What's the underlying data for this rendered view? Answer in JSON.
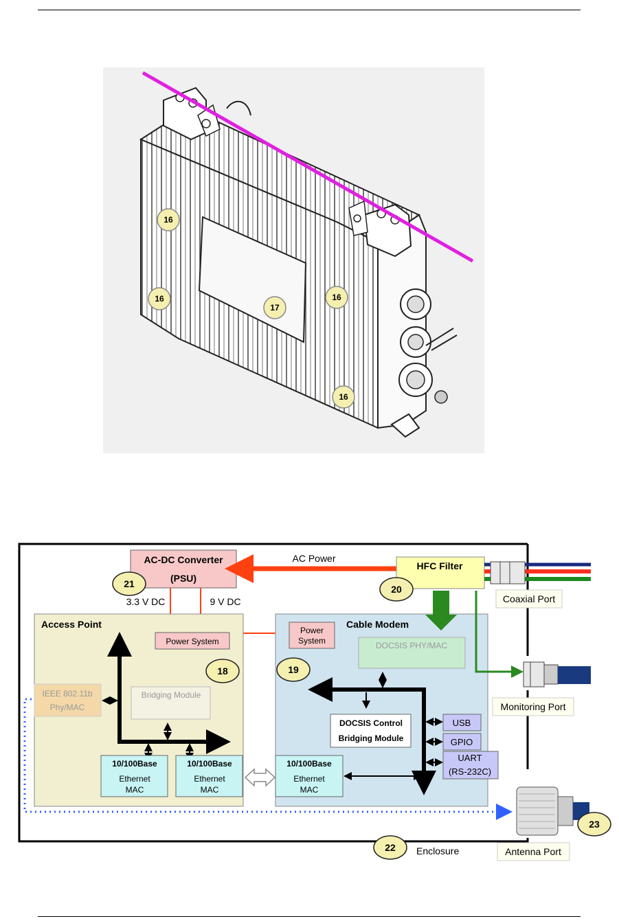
{
  "device_callouts": [
    "16",
    "16",
    "17",
    "16",
    "16"
  ],
  "block_diagram": {
    "acdc_title": "AC-DC Converter",
    "acdc_sub": "(PSU)",
    "ac_power": "AC Power",
    "hfc_filter": "HFC Filter",
    "v33": "3.3 V DC",
    "v9": "9 V DC",
    "access_point": "Access Point",
    "cable_modem": "Cable Modem",
    "ap_power_system": "Power System",
    "cm_power_line1": "Power",
    "cm_power_line2": "System",
    "docsis_phy": "DOCSIS PHY/MAC",
    "ieee_line1": "IEEE 802.11b",
    "ieee_line2": "Phy/MAC",
    "bridging_module": "Bridging Module",
    "docsis_ctrl_line1": "DOCSIS Control",
    "docsis_ctrl_line2": "Bridging Module",
    "eth_line1": "10/100Base",
    "eth_line2": "Ethernet",
    "eth_line3": "MAC",
    "usb": "USB",
    "gpio": "GPIO",
    "uart_line1": "UART",
    "uart_line2": "(RS-232C)",
    "coaxial_port": "Coaxial Port",
    "monitoring_port": "Monitoring Port",
    "antenna_port": "Antenna Port",
    "enclosure": "Enclosure",
    "callouts": {
      "c18": "18",
      "c19": "19",
      "c20": "20",
      "c21": "21",
      "c22": "22",
      "c23": "23"
    }
  },
  "colors": {
    "magenta_line": "#e020e0",
    "callout_fill": "#f5f0b0",
    "acdc_fill": "#f8c8c8",
    "power_arrow": "#ff4010",
    "hfc_fill": "#ffffb0",
    "ap_fill": "#f2efd0",
    "cm_fill": "#d0e4f0",
    "mac_fill": "#c8f4f4",
    "usb_fill": "#c8c8f8",
    "green_arrow": "#2a8a20",
    "dotted_blue": "#3060ff"
  }
}
